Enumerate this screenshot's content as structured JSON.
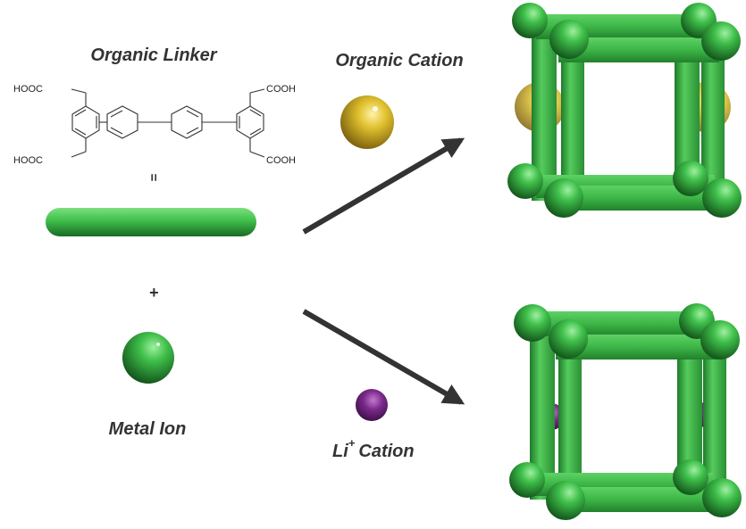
{
  "labels": {
    "organic_linker": "Organic Linker",
    "organic_cation": "Organic Cation",
    "metal_ion": "Metal Ion",
    "li": "Li",
    "li_charge": "+",
    "li_cation_word": "Cation",
    "plus": "+",
    "equals": "="
  },
  "chem": {
    "group_top_left": "HOOC",
    "group_bottom_left": "HOOC",
    "group_top_right": "COOH",
    "group_bottom_right": "COOH"
  },
  "colors": {
    "frame_green": "#3fbf4a",
    "cation_gold": "#e0c02e",
    "li_purple": "#7a2a8a",
    "arrow": "#333333"
  }
}
